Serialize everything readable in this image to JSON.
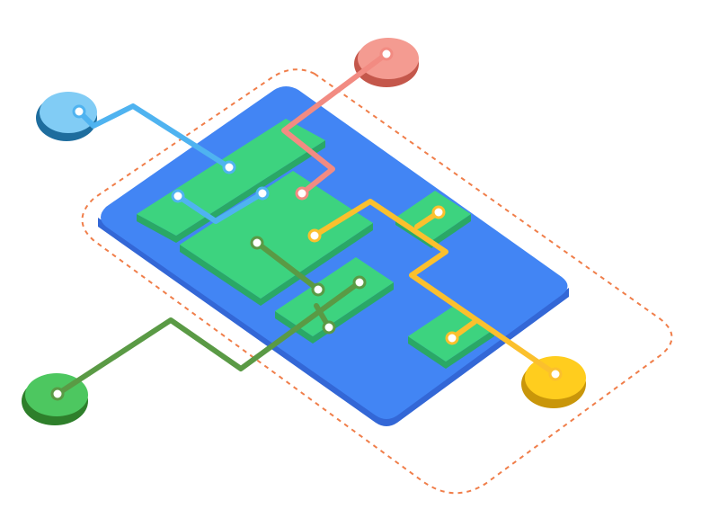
{
  "colors": {
    "background": "#ffffff",
    "board_top": "#4285F4",
    "board_side": "#3367D6",
    "chip_top": "#3DD37F",
    "chip_side": "#2AA866",
    "wire_blue": "#4FB3F0",
    "wire_red": "#F28B82",
    "wire_yellow": "#FBC02D",
    "wire_green": "#5A9A45",
    "boundary": "#F07E4A"
  },
  "terminals": [
    {
      "id": "blue",
      "fill": "#81CCF5",
      "rim": "#1E6D9E"
    },
    {
      "id": "red",
      "fill": "#F49B91",
      "rim": "#C4574B"
    },
    {
      "id": "yellow",
      "fill": "#FFCD1E",
      "rim": "#C9960A"
    },
    {
      "id": "green",
      "fill": "#4DC760",
      "rim": "#2E7F2B"
    }
  ],
  "icons": [
    "node-icon"
  ]
}
